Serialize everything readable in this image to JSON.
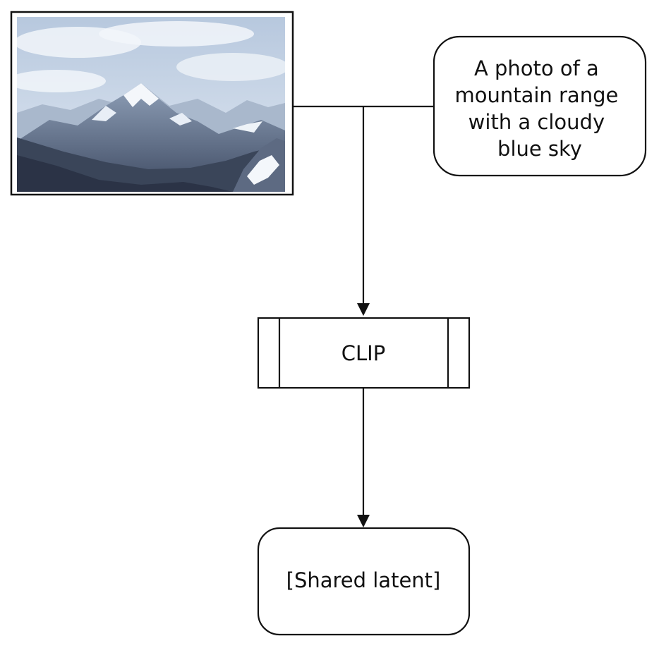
{
  "nodes": {
    "image": {
      "kind": "photo",
      "subject": "mountain range with a cloudy blue sky",
      "colors": {
        "sky": "#c9d6e6",
        "cloud": "#eef3f8",
        "rock": "#4f5d75",
        "snow": "#f4f7fb",
        "shadow": "#2b3346"
      }
    },
    "caption": {
      "lines": [
        "A photo of a",
        "mountain range",
        "with a cloudy",
        "blue sky"
      ]
    },
    "encoder": {
      "label": "CLIP"
    },
    "output": {
      "label": "[Shared latent]"
    }
  },
  "edges": [
    {
      "from": "image",
      "to": "encoder"
    },
    {
      "from": "caption",
      "to": "encoder"
    },
    {
      "from": "encoder",
      "to": "output"
    }
  ],
  "style": {
    "line_color": "#111111",
    "background": "#ffffff"
  }
}
